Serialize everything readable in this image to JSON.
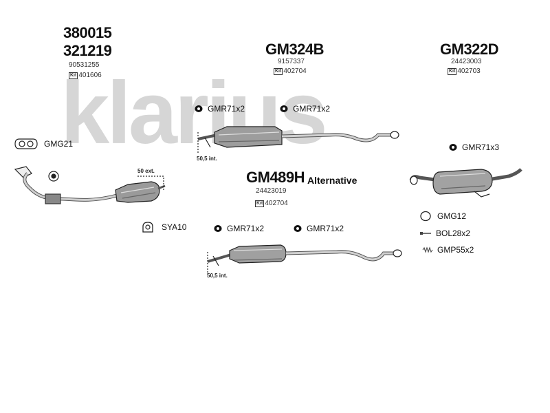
{
  "watermark": {
    "text": "klarius",
    "color": "#d6d6d6"
  },
  "groups": {
    "left": {
      "part_numbers": [
        "380015",
        "321219"
      ],
      "sub_number": "90531255",
      "kit_badge": "Kit",
      "kit_number": "401606"
    },
    "center": {
      "part_number": "GM324B",
      "sub_number": "9157337",
      "kit_badge": "Kit",
      "kit_number": "402704"
    },
    "right": {
      "part_number": "GM322D",
      "sub_number": "24423003",
      "kit_badge": "Kit",
      "kit_number": "402703"
    },
    "alternative": {
      "part_number": "GM489H",
      "label": "Alternative",
      "sub_number": "24423019",
      "kit_badge": "Kit",
      "kit_number": "402704"
    }
  },
  "labels": {
    "gmr_top_1": "GMR71x2",
    "gmr_top_2": "GMR71x2",
    "gmr_right": "GMR71x3",
    "gmr_bottom_1": "GMR71x2",
    "gmr_bottom_2": "GMR71x2",
    "gmg21": "GMG21",
    "sya10": "SYA10",
    "gmg12": "GMG12",
    "bol": "BOL28x2",
    "gmp": "GMP55x2"
  },
  "dimensions": {
    "top_pipe": "50,5 int.",
    "bottom_pipe": "50,5 int.",
    "front_pipe": "50 ext."
  },
  "icons": {
    "clamp": "clamp-ring-icon",
    "gasket": "gasket-icon",
    "hanger": "rubber-hanger-icon",
    "ring": "sealing-ring-icon",
    "bolt": "bolt-icon",
    "spring": "spring-icon"
  }
}
